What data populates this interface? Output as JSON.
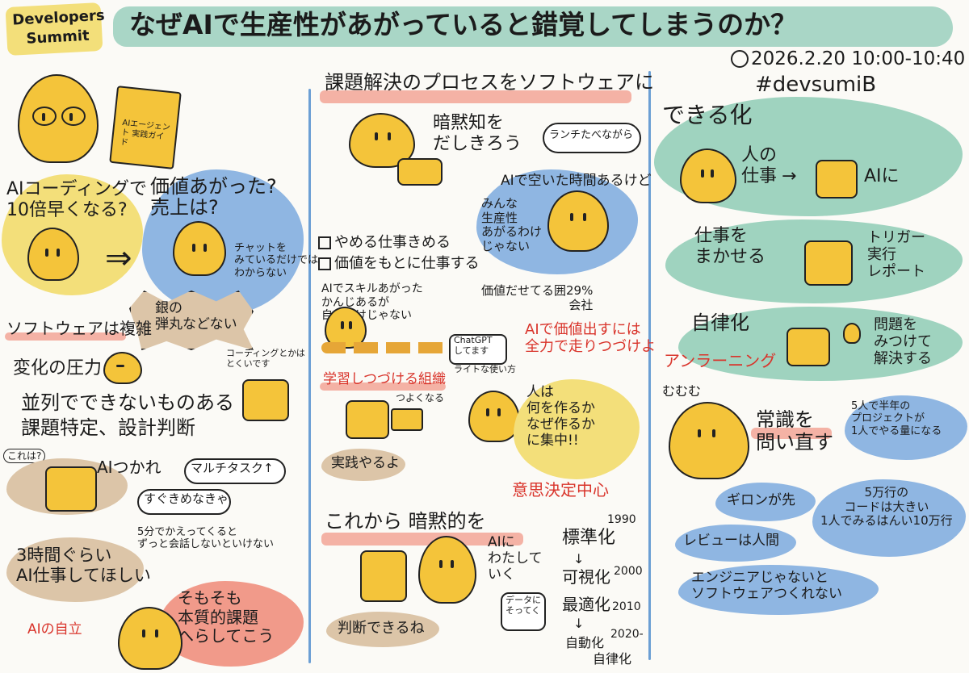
{
  "logo": {
    "line1": "Developers",
    "line2": "Summit"
  },
  "title": "なぜAIで生産性があがっていると錯覚してしまうのか？",
  "meta": {
    "datetime": "2026.2.20 10:00-10:40",
    "hashtag": "#devsumiB"
  },
  "left": {
    "book": "AIエージェント 実践ガイド",
    "q1": "AIコーディングで\n10倍早くなる?",
    "q2": "価値あがった?\n売上は?",
    "note1": "チャットを\nみているだけでは\nわからない",
    "silver": "銀の\n弾丸などない",
    "software_complex": "ソフトウェアは複雑",
    "change_pressure": "変化の圧力",
    "coding_fast": "コーディングとかは\nとくいです",
    "parallel": "並列でできないものある\n課題特定、設計判断",
    "this_q": "これは?",
    "ai_tsukare": "AIつかれ",
    "multitask": "マルチタスク↑",
    "sugu": "すぐきめなきゃ",
    "five_min": "5分でかえってくると\nずっと会話しないといけない",
    "three_hours": "3時間ぐらい\nAI仕事してほしい",
    "ai_jiritsu": "AIの自立",
    "essential": "そもそも\n本質的課題\nへらしてこう"
  },
  "center": {
    "heading": "課題解決のプロセスをソフトウェアに",
    "tacit": "暗黙知を\nだしきろう",
    "lunch": "ランチたべながら",
    "ai_time": "AIで空いた時間あるけど",
    "minna": "みんな\n生産性\nあがるわけ\nじゃない",
    "stop_work": "やめる仕事きめる",
    "value_work": "価値をもとに仕事する",
    "skill_up": "AIでスキルあがった\nかんじあるが\n自分だけじゃない",
    "value_pct": "価値だせてる囲29%\n会社",
    "chatgpt": "ChatGPT\nしてます",
    "light_use": "ライトな使い方",
    "ai_value": "AIで価値出すには\n全力で走りつづけよ",
    "learning_org": "学習しつづける組織",
    "stronger": "つよくなる",
    "practice": "実践やるよ",
    "what_why": "人は\n何を作るか\nなぜ作るか\nに集中!!",
    "decision": "意思決定中心",
    "korekara": "これから 暗黙的を",
    "ai_ni": "AIに\nわたして\nいく",
    "data_ni": "データに\nそってく",
    "judge": "判断できるね",
    "y1990": "1990",
    "standard": "標準化",
    "visual": "可視化",
    "y2000": "2000",
    "optimize": "最適化",
    "y2010": "2010",
    "y2020": "2020-",
    "auto": "自動化",
    "self": "自律化"
  },
  "right": {
    "dekiru": "できる化",
    "human_work": "人の\n仕事",
    "to_ai": "AIに",
    "delegate": "仕事を\nまかせる",
    "trigger": "トリガー\n実行\nレポート",
    "autonomy": "自律化",
    "problem": "問題を\nみつけて\n解決する",
    "unlearning": "アンラーニング",
    "mumu": "むむむ",
    "common_sense": "常識を\n問い直す",
    "five_year": "5人で半年の\nプロジェクトが\n1人でやる量になる",
    "giron": "ギロンが先",
    "review": "レビューは人間",
    "five_lines": "5万行の\nコードは大きい\n1人でみるはんい10万行",
    "engineer": "エンジニアじゃないと\nソフトウェアつくれない"
  }
}
